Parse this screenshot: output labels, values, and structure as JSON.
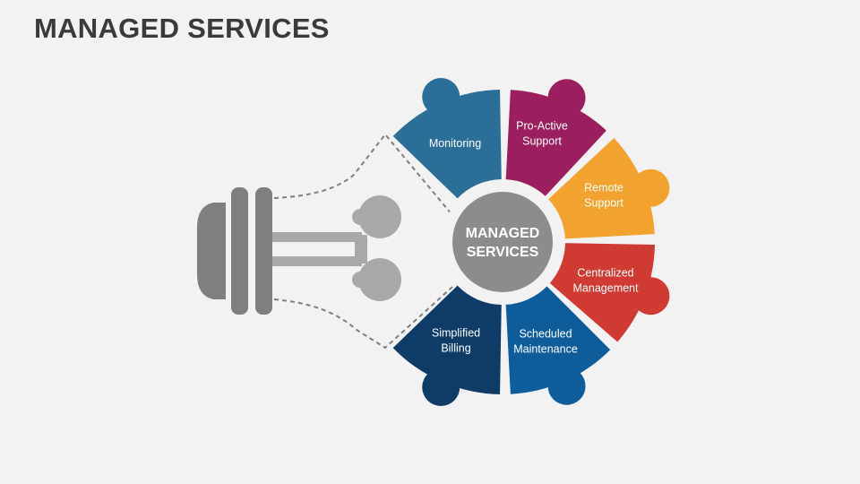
{
  "title": "MANAGED SERVICES",
  "hub": {
    "line1": "MANAGED",
    "line2": "SERVICES",
    "color": "#8c8c8c"
  },
  "segments": [
    {
      "id": "monitoring",
      "lines": [
        "Monitoring"
      ],
      "color": "#2b6f98"
    },
    {
      "id": "pro-active-support",
      "lines": [
        "Pro-Active",
        "Support"
      ],
      "color": "#9b1f5f"
    },
    {
      "id": "remote-support",
      "lines": [
        "Remote",
        "Support"
      ],
      "color": "#f2a22e"
    },
    {
      "id": "centralized-management",
      "lines": [
        "Centralized",
        "Management"
      ],
      "color": "#cf3a33"
    },
    {
      "id": "scheduled-maintenance",
      "lines": [
        "Scheduled",
        "Maintenance"
      ],
      "color": "#0f5c9b"
    },
    {
      "id": "simplified-billing",
      "lines": [
        "Simplified",
        "Billing"
      ],
      "color": "#0f3c66"
    }
  ],
  "bulb_color": "#7f7f7f",
  "filament_color": "#a9a9a9"
}
